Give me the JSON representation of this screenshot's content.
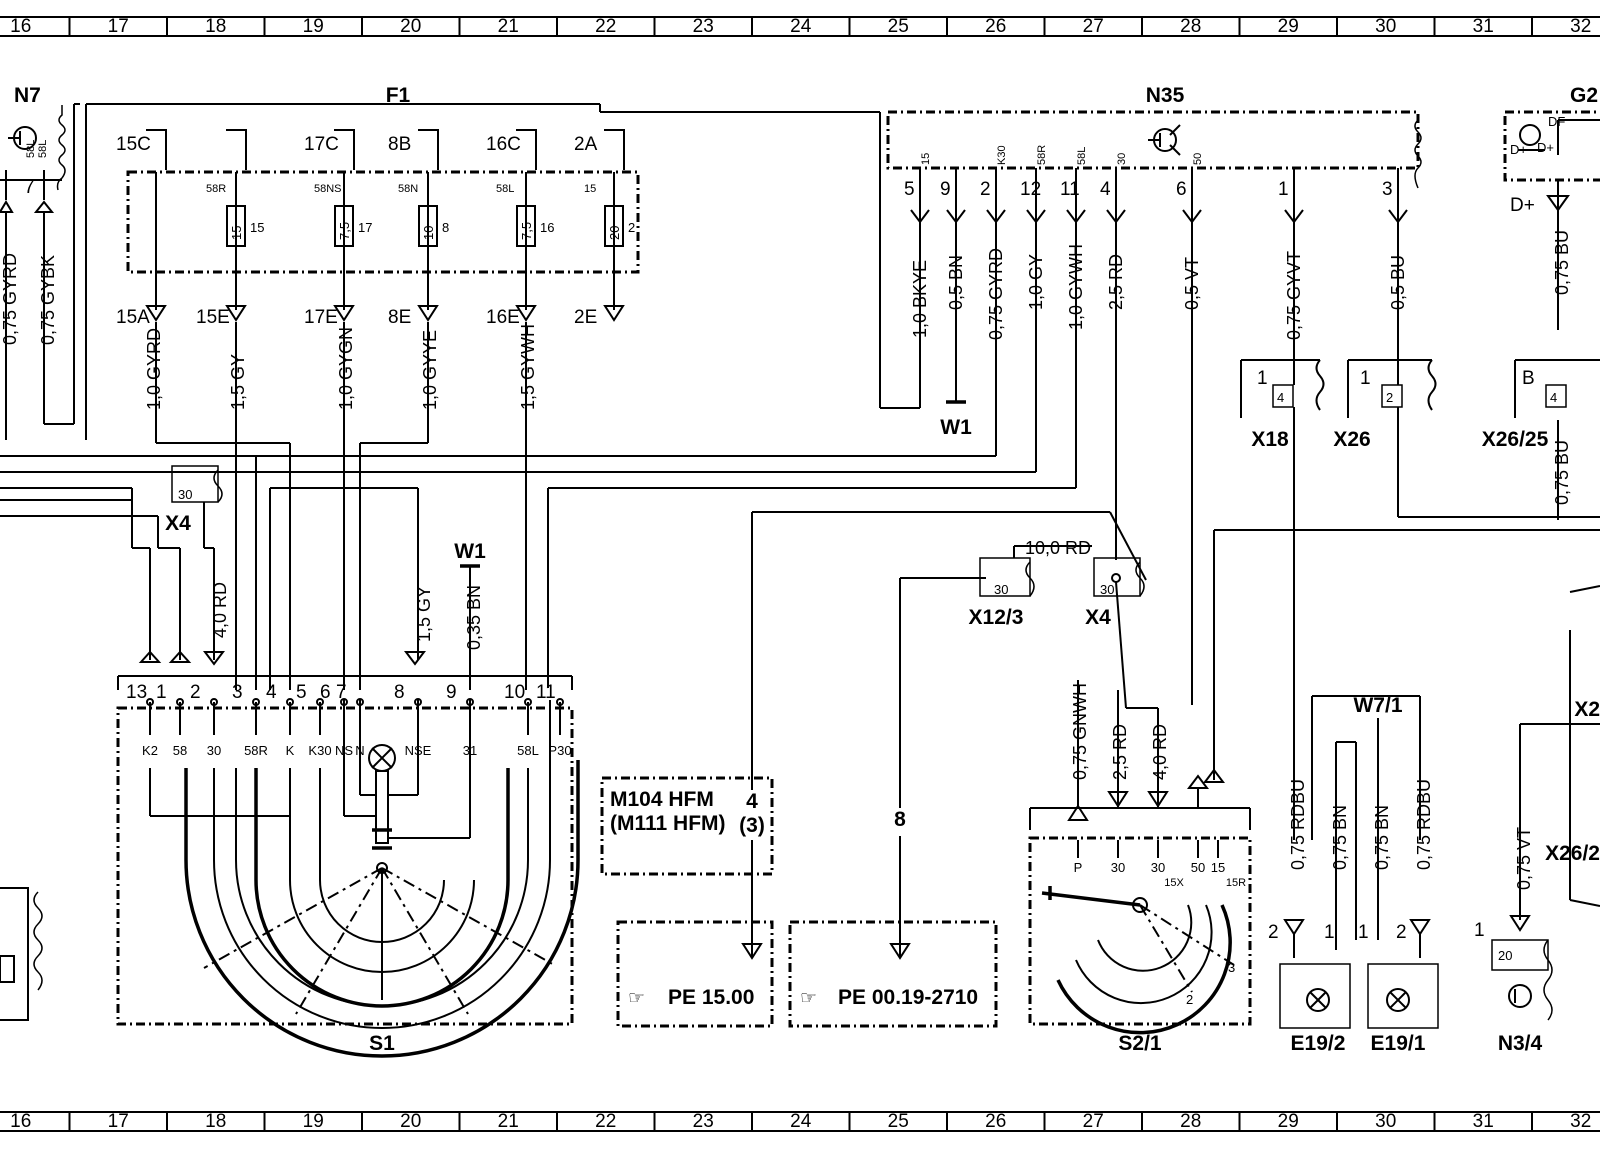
{
  "grid": {
    "columns": [
      "16",
      "17",
      "18",
      "19",
      "20",
      "21",
      "22",
      "23",
      "24",
      "25",
      "26",
      "27",
      "28",
      "29",
      "30",
      "31",
      "32"
    ]
  },
  "components": {
    "N7": "N7",
    "F1": "F1",
    "N35": "N35",
    "G2": "G2",
    "S1": "S1",
    "S2_1": "S2/1",
    "X4_left": "X4",
    "X4_right": "X4",
    "X12_3": "X12/3",
    "X18": "X18",
    "X26": "X26",
    "X26_25": "X26/25",
    "X26_2": "X26/2",
    "X2": "X2",
    "W1_a": "W1",
    "W1_b": "W1",
    "W7_1": "W7/1",
    "E19_2": "E19/2",
    "E19_1": "E19/1",
    "N3_4": "N3/4"
  },
  "fuses": [
    {
      "top": "15C",
      "bottom": "15A",
      "tap": "",
      "amp": "",
      "num": ""
    },
    {
      "top": "",
      "bottom": "15E",
      "tap": "58R",
      "amp": "15",
      "num": "15"
    },
    {
      "top": "17C",
      "bottom": "17E",
      "tap": "58NS",
      "amp": "7,5",
      "num": "17"
    },
    {
      "top": "8B",
      "bottom": "8E",
      "tap": "58N",
      "amp": "10",
      "num": "8"
    },
    {
      "top": "16C",
      "bottom": "16E",
      "tap": "58L",
      "amp": "7,5",
      "num": "16"
    },
    {
      "top": "2A",
      "bottom": "2E",
      "tap": "15",
      "amp": "20",
      "num": "2"
    }
  ],
  "wires": {
    "n7_a": "0,75 GYRD",
    "n7_b": "0,75 GYBK",
    "f1_15a": "1,0 GYRD",
    "f1_15e": "1,5 GY",
    "f1_17e": "1,0 GYGN",
    "f1_8e": "1,0 GYYE",
    "f1_16e": "1,5 GYWH",
    "n35_5": "1,0 BKYE",
    "n35_9": "0,5 BN",
    "n35_2": "0,75 GYRD",
    "n35_12": "1,0 GY",
    "n35_11": "1,0 GYWH",
    "n35_4": "2,5 RD",
    "n35_6": "0,5 VT",
    "n35_1": "0,75 GYVT",
    "n35_3": "0,5 BU",
    "g2_a": "0,75 BU",
    "g2_b": "0,75 BU",
    "x4_rd": "4,0 RD",
    "s1_8": "1,5 GY",
    "w1_bn": "0,35 BN",
    "x12_rd": "10,0 RD",
    "s2_gnwh": "0,75 GNWH",
    "s2_rd25": "2,5 RD",
    "s2_rd40": "4,0 RD",
    "e19_rdbu_a": "0,75 RDBU",
    "e19_bn_a": "0,75 BN",
    "e19_bn_b": "0,75 BN",
    "e19_rdbu_b": "0,75 RDBU",
    "n34_vt": "0,75 VT"
  },
  "n35_pins": [
    {
      "pin": "5",
      "sig": "15"
    },
    {
      "pin": "9",
      "sig": ""
    },
    {
      "pin": "2",
      "sig": "K30"
    },
    {
      "pin": "12",
      "sig": "58R"
    },
    {
      "pin": "11",
      "sig": "58L"
    },
    {
      "pin": "4",
      "sig": "30"
    },
    {
      "pin": "6",
      "sig": "50"
    },
    {
      "pin": "1",
      "sig": ""
    },
    {
      "pin": "3",
      "sig": ""
    }
  ],
  "s1_pins": [
    {
      "pin": "13",
      "sig": "K2"
    },
    {
      "pin": "1",
      "sig": "58"
    },
    {
      "pin": "2",
      "sig": "30"
    },
    {
      "pin": "3",
      "sig": "58R"
    },
    {
      "pin": "4",
      "sig": "K"
    },
    {
      "pin": "5",
      "sig": "K30"
    },
    {
      "pin": "6",
      "sig": "NS"
    },
    {
      "pin": "7",
      "sig": "N"
    },
    {
      "pin": "8",
      "sig": "NSE"
    },
    {
      "pin": "9",
      "sig": "31"
    },
    {
      "pin": "10",
      "sig": "58L"
    },
    {
      "pin": "11",
      "sig": "P30"
    }
  ],
  "s2_pins": [
    "P",
    "30",
    "30",
    "50",
    "15",
    "15X",
    "15R",
    "2",
    "3"
  ],
  "n7_pins": {
    "p58l": "58L",
    "p58l2": "58L",
    "n7": "7"
  },
  "connectors": {
    "x4_30": "30",
    "x12_30": "30",
    "x4r_30": "30",
    "x18_pin": "1",
    "x18_in": "4",
    "x26_pin": "1",
    "x26_in": "2",
    "x2625_pin": "B",
    "x2625_in": "4",
    "e192_2": "2",
    "e192_1": "1",
    "e191_1": "1",
    "e191_2": "2",
    "n34_1": "1",
    "n34_20": "20",
    "n35_1": "1",
    "n35_3": "3"
  },
  "g2_labels": {
    "df": "DF",
    "dp1": "D+",
    "dp2": "D+",
    "dp3": "D+"
  },
  "notes": {
    "engine_a": "M104 HFM",
    "engine_b": "(M111 HFM)",
    "line4": "4",
    "line4b": "(3)",
    "line8": "8",
    "pe1": "PE  15.00",
    "pe2": "PE  00.19-2710"
  }
}
